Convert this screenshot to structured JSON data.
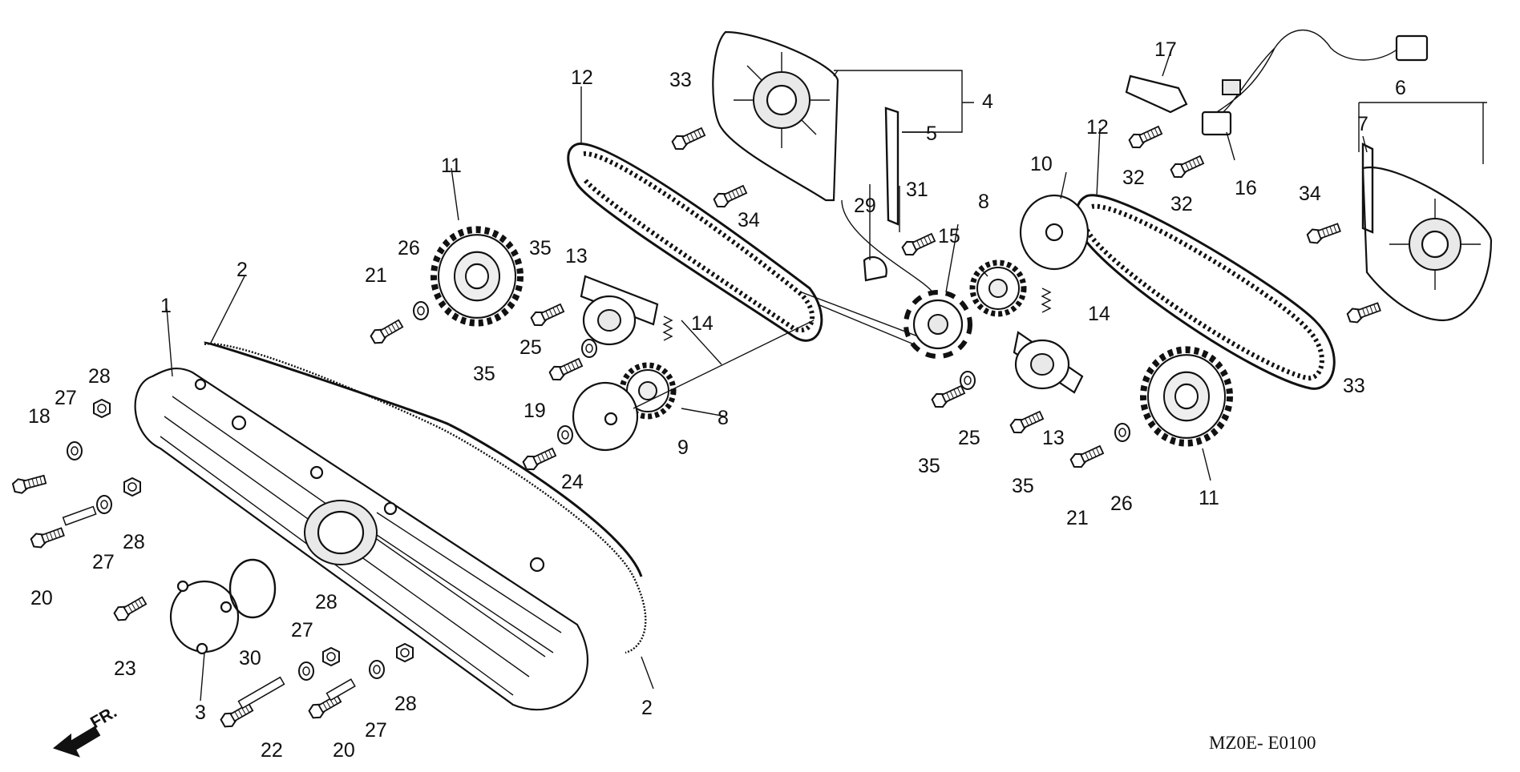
{
  "diagram_code": "MZ0E- E0100",
  "direction_label": "FR.",
  "labels": [
    {
      "key": "p1",
      "text": "1"
    },
    {
      "key": "p2a",
      "text": "2"
    },
    {
      "key": "p2b",
      "text": "2"
    },
    {
      "key": "p3",
      "text": "3"
    },
    {
      "key": "p4",
      "text": "4"
    },
    {
      "key": "p5",
      "text": "5"
    },
    {
      "key": "p6",
      "text": "6"
    },
    {
      "key": "p7",
      "text": "7"
    },
    {
      "key": "p8a",
      "text": "8"
    },
    {
      "key": "p8b",
      "text": "8"
    },
    {
      "key": "p9",
      "text": "9"
    },
    {
      "key": "p10",
      "text": "10"
    },
    {
      "key": "p11a",
      "text": "11"
    },
    {
      "key": "p11b",
      "text": "11"
    },
    {
      "key": "p12a",
      "text": "12"
    },
    {
      "key": "p12b",
      "text": "12"
    },
    {
      "key": "p13a",
      "text": "13"
    },
    {
      "key": "p13b",
      "text": "13"
    },
    {
      "key": "p14a",
      "text": "14"
    },
    {
      "key": "p14b",
      "text": "14"
    },
    {
      "key": "p15",
      "text": "15"
    },
    {
      "key": "p16",
      "text": "16"
    },
    {
      "key": "p17",
      "text": "17"
    },
    {
      "key": "p18",
      "text": "18"
    },
    {
      "key": "p19",
      "text": "19"
    },
    {
      "key": "p20a",
      "text": "20"
    },
    {
      "key": "p20b",
      "text": "20"
    },
    {
      "key": "p21a",
      "text": "21"
    },
    {
      "key": "p21b",
      "text": "21"
    },
    {
      "key": "p22",
      "text": "22"
    },
    {
      "key": "p23",
      "text": "23"
    },
    {
      "key": "p24",
      "text": "24"
    },
    {
      "key": "p25a",
      "text": "25"
    },
    {
      "key": "p25b",
      "text": "25"
    },
    {
      "key": "p26a",
      "text": "26"
    },
    {
      "key": "p26b",
      "text": "26"
    },
    {
      "key": "p27a",
      "text": "27"
    },
    {
      "key": "p27b",
      "text": "27"
    },
    {
      "key": "p27c",
      "text": "27"
    },
    {
      "key": "p27d",
      "text": "27"
    },
    {
      "key": "p28a",
      "text": "28"
    },
    {
      "key": "p28b",
      "text": "28"
    },
    {
      "key": "p28c",
      "text": "28"
    },
    {
      "key": "p28d",
      "text": "28"
    },
    {
      "key": "p29",
      "text": "29"
    },
    {
      "key": "p30",
      "text": "30"
    },
    {
      "key": "p31",
      "text": "31"
    },
    {
      "key": "p32a",
      "text": "32"
    },
    {
      "key": "p32b",
      "text": "32"
    },
    {
      "key": "p33a",
      "text": "33"
    },
    {
      "key": "p33b",
      "text": "33"
    },
    {
      "key": "p34a",
      "text": "34"
    },
    {
      "key": "p34b",
      "text": "34"
    },
    {
      "key": "p35a",
      "text": "35"
    },
    {
      "key": "p35b",
      "text": "35"
    },
    {
      "key": "p35c",
      "text": "35"
    },
    {
      "key": "p35d",
      "text": "35"
    }
  ]
}
